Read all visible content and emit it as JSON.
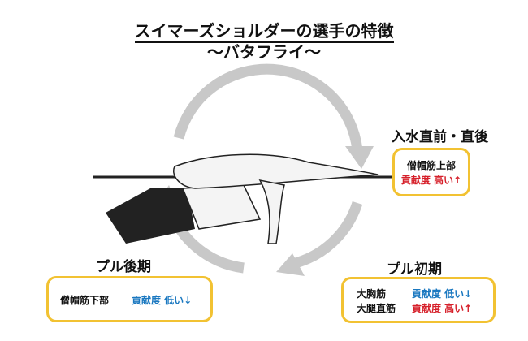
{
  "title": "スイマーズショルダーの選手の特徴",
  "subtitle": "〜バタフライ〜",
  "phases": {
    "entry": {
      "label": "入水直前・直後",
      "muscle": "僧帽筋上部",
      "contribution": "貢献度 高い↑"
    },
    "early_pull": {
      "label": "プル初期",
      "rows": [
        {
          "muscle": "大胸筋",
          "contribution": "貢献度 低い↓"
        },
        {
          "muscle": "大腿直筋",
          "contribution": "貢献度 高い↑"
        }
      ]
    },
    "late_pull": {
      "label": "プル後期",
      "muscle": "僧帽筋下部",
      "contribution": "貢献度 低い↓"
    }
  },
  "colors": {
    "high": "#d6202a",
    "low": "#1a78c0",
    "box_border": "#f2c232",
    "cycle_arrow": "#c8c8c8"
  }
}
